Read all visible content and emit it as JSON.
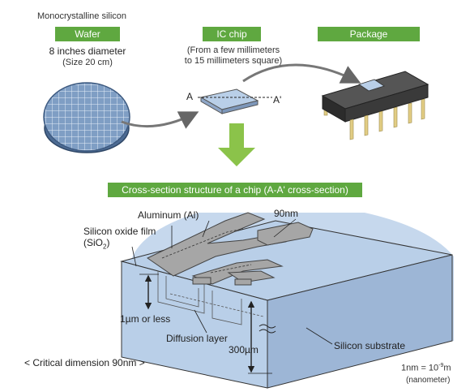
{
  "top": {
    "material": "Monocrystalline silicon",
    "wafer": {
      "badge": "Wafer",
      "size_line1": "8 inches diameter",
      "size_line2": "(Size 20 cm)"
    },
    "ic_chip": {
      "badge": "IC chip",
      "size_line1": "(From a few millimeters",
      "size_line2": "to 15 millimeters square)",
      "marker_a": "A",
      "marker_a_prime": "A'"
    },
    "package": {
      "badge": "Package"
    }
  },
  "cross_section": {
    "title": "Cross-section structure of a chip (A-A' cross-section)",
    "labels": {
      "aluminum": "Aluminum (Al)",
      "line_width": "90nm",
      "oxide_line1": "Silicon oxide film",
      "oxide_line2_prefix": "(SiO",
      "oxide_line2_sub": "2",
      "oxide_line2_suffix": ")",
      "depth_1um": "1µm or less",
      "diffusion": "Diffusion layer",
      "depth_300um": "300µm",
      "substrate": "Silicon substrate"
    },
    "critical_dimension": "< Critical dimension 90nm >",
    "unit_note": {
      "prefix": "1nm = 10",
      "exp": "-9",
      "suffix": "m",
      "sub": "(nanometer)"
    }
  },
  "colors": {
    "badge_green": "#5fa840",
    "arrow_green": "#8bc34a",
    "silicon_blue": "#b9cfe8",
    "aluminum_gray": "#a6a6a6",
    "package_dark": "#3a3a3a",
    "pin_gold": "#e2cd84"
  }
}
